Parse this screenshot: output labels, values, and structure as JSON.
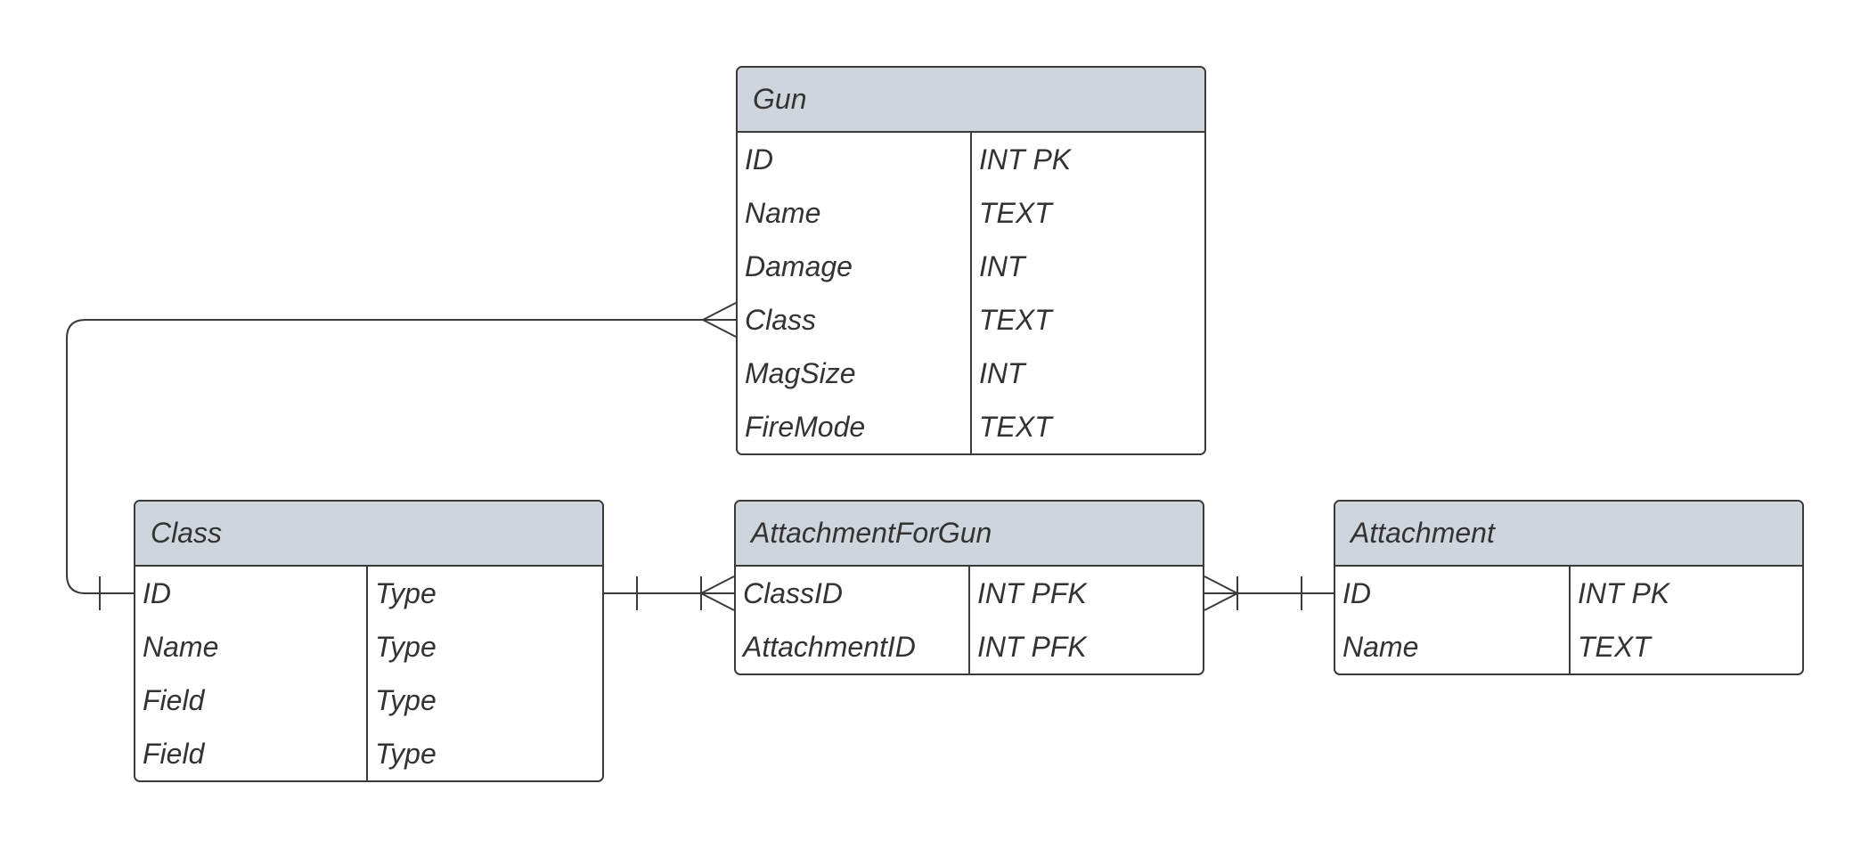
{
  "diagram": {
    "entities": {
      "gun": {
        "title": "Gun",
        "rows": [
          {
            "name": "ID",
            "type": "INT PK"
          },
          {
            "name": "Name",
            "type": "TEXT"
          },
          {
            "name": "Damage",
            "type": "INT"
          },
          {
            "name": "Class",
            "type": "TEXT"
          },
          {
            "name": "MagSize",
            "type": "INT"
          },
          {
            "name": "FireMode",
            "type": "TEXT"
          }
        ]
      },
      "class": {
        "title": "Class",
        "rows": [
          {
            "name": "ID",
            "type": "Type"
          },
          {
            "name": "Name",
            "type": "Type"
          },
          {
            "name": "Field",
            "type": "Type"
          },
          {
            "name": "Field",
            "type": "Type"
          }
        ]
      },
      "attachment_for_gun": {
        "title": "AttachmentForGun",
        "rows": [
          {
            "name": "ClassID",
            "type": "INT PFK"
          },
          {
            "name": "AttachmentID",
            "type": "INT PFK"
          }
        ]
      },
      "attachment": {
        "title": "Attachment",
        "rows": [
          {
            "name": "ID",
            "type": "INT PK"
          },
          {
            "name": "Name",
            "type": "TEXT"
          }
        ]
      }
    },
    "colors": {
      "header_fill": "#cfd5dc",
      "border": "#3a3a3a",
      "text": "#333333",
      "background": "#ffffff"
    }
  }
}
